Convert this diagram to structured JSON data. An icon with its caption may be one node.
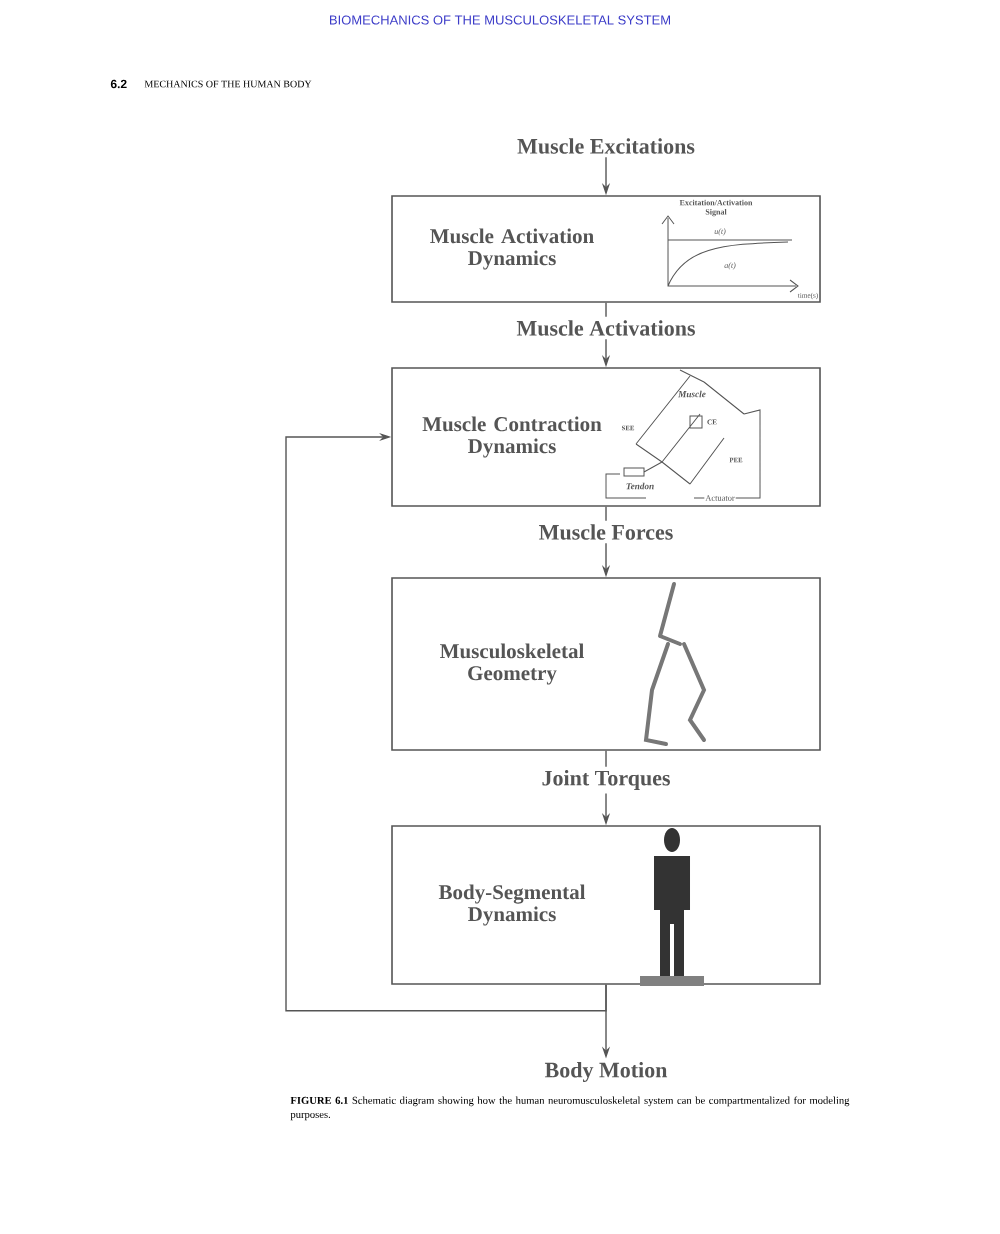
{
  "diagram": {
    "caption": "**FIGURE 6.1** Schematic diagram showing how the human neuromusculoskeletal system can be compartmentalized for modeling purposes.",
    "nodes": [
      {
        "text": [
          "Muscle Excitations"
        ]
      },
      {
        "text": [
          "Muscle Activation Dynamics"
        ]
      },
      {
        "text": [
          "Muscle Activations"
        ]
      },
      {
        "text": [
          "Muscle Contraction Dynamics"
        ]
      },
      {
        "text": [
          "Muscle Forces"
        ]
      },
      {
        "text": [
          "Musculoskeletal Geometry"
        ]
      },
      {
        "text": [
          "Joint Torques"
        ]
      },
      {
        "text": [
          "Body-Segmental Dynamics"
        ]
      },
      {
        "text": [
          "Body Motion"
        ]
      }
    ],
    "edges": [
      {
        "from": 0,
        "to": 1,
        "arrow": "to"
      },
      {
        "from": 1,
        "to": 2,
        "arrow": "none"
      },
      {
        "from": 2,
        "to": 3,
        "arrow": "to"
      },
      {
        "from": 3,
        "to": 4,
        "arrow": "none"
      },
      {
        "from": 4,
        "to": 5,
        "arrow": "to"
      },
      {
        "from": 5,
        "to": 6,
        "arrow": "none"
      },
      {
        "from": 6,
        "to": 7,
        "arrow": "to"
      },
      {
        "from": 7,
        "to": 8,
        "arrow": "to"
      },
      {
        "from": 7,
        "to": 3,
        "arrow": "to"
      }
    ],
    "labels": [
      "BIOMECHANICS OF THE MUSCULOSKELETAL SYSTEM",
      "6.2",
      "MECHANICS OF THE HUMAN BODY",
      "Excitation/Activation Signal",
      "u(t)",
      "a(t)",
      "time(s)",
      "Muscle",
      "CE",
      "SEE",
      "PEE",
      "Tendon",
      "Actuator"
    ]
  }
}
